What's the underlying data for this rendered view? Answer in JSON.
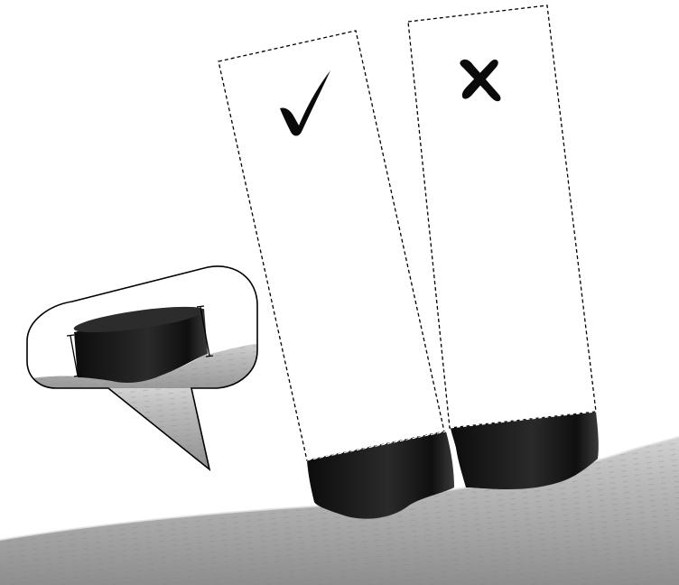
{
  "figure": {
    "background": "#ffffff",
    "surface_color": "#b9b9b9",
    "surface_shadow": "#8c8c8c",
    "part_color": "#141414",
    "outline_color": "#000000"
  },
  "markers": {
    "correct": {
      "symbol": "check-mark",
      "meaning": "correct"
    },
    "incorrect": {
      "symbol": "x-mark",
      "meaning": "incorrect"
    }
  }
}
